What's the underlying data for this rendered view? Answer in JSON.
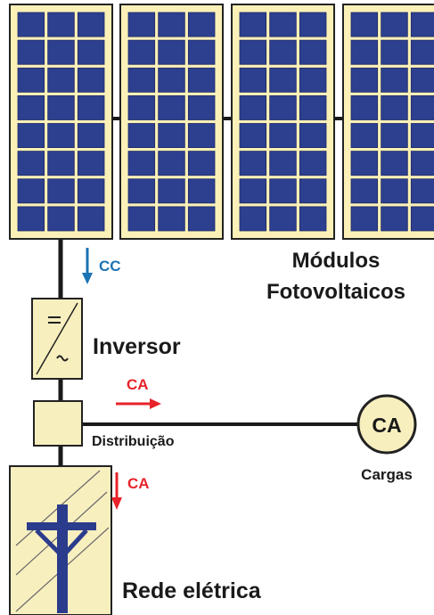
{
  "modules": {
    "label_line1": "Módulos",
    "label_line2": "Fotovoltaicos",
    "panel_count": 4,
    "grid_rows": 8,
    "grid_cols": 3
  },
  "flows": {
    "dc_label": "CC",
    "ac_label_distribution": "CA",
    "ac_label_grid": "CA"
  },
  "inverter": {
    "label": "Inversor",
    "symbol_dc": "=",
    "symbol_ac": "~"
  },
  "distribution": {
    "label": "Distribuição"
  },
  "loads": {
    "symbol": "CA",
    "label": "Cargas"
  },
  "grid": {
    "label": "Rede elétrica"
  },
  "colors": {
    "cell": "#2d3f8f",
    "panel_frame": "#fbf1b8",
    "panel_border": "#222222",
    "box_fill": "#f8efbf",
    "dc_arrow": "#1b73b3",
    "ac_arrow": "#e8232a",
    "wire": "#1a1a1a",
    "pole": "#2c3c8c",
    "text": "#1a1a1a"
  },
  "icons": {
    "inverter": "inverter-dc-ac-icon",
    "grid": "utility-pole-icon",
    "load": "ac-load-circle-icon"
  }
}
